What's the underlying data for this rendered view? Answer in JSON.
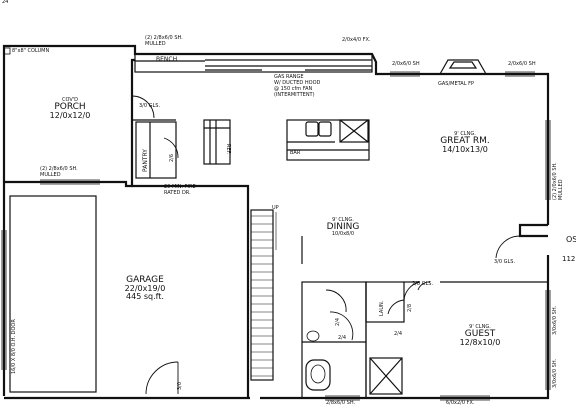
{
  "page_corner": "24",
  "column_note": "8\"x8\" COLUMN",
  "rooms": {
    "porch": {
      "note": "COV'D",
      "name": "PORCH",
      "size": "12/0x12/0"
    },
    "garage": {
      "name": "GARAGE",
      "size": "22/0x19/0",
      "area": "445 sq.ft."
    },
    "great_room": {
      "ceiling": "9' CLNG.",
      "name": "GREAT RM.",
      "size": "14/10x13/0"
    },
    "dining": {
      "ceiling": "9' CLNG.",
      "name": "DINING",
      "size": "10/0x8/0"
    },
    "guest": {
      "ceiling": "9' CLNG.",
      "name": "GUEST",
      "size": "12/8x10/0"
    },
    "pantry": {
      "name": "PANTRY"
    }
  },
  "fixtures": {
    "bench": "BENCH",
    "bar": "BAR",
    "ref": "REF.",
    "gas_range": "GAS RANGE",
    "hood": "W/ DUCTED HOOD",
    "fan": "@ 150 cfm FAN",
    "intermittent": "(INTERMITTENT)",
    "fireplace": "GAS/METAL FP",
    "fire_door_1": "20 MIN. FIRE-",
    "fire_door_2": "RATED DR.",
    "up": "UP",
    "garage_door": "16/0 X 8/0 O.H. DOOR",
    "laundry": "LAUN."
  },
  "windows": {
    "top_kitchen_1": "(2) 2/8x6/0 SH.",
    "top_kitchen_2": "MULLED",
    "top_fx": "2/0x4/0 FX.",
    "fp_left": "2/0x6/0 SH",
    "fp_right": "2/0x6/0 SH",
    "porch_1": "(2) 2/8x6/0 SH.",
    "porch_2": "MULLED",
    "right_great_1": "(2) 2/0x6/0 SH.",
    "right_great_2": "MULLED",
    "bottom_1": "2/8x6/0 SH.",
    "bottom_2": "6/0x2/0 FX.",
    "guest_r1": "3/0x6/0 SH.",
    "guest_r2": "3/0x6/0 SH."
  },
  "doors": {
    "porch": "3/0 GLS.",
    "right": "3/0 GLS.",
    "pantry_2_6": "2/6",
    "bath_2_4a": "2/4",
    "bath_2_4b": "2/4",
    "closet_2_4": "2/4",
    "guest_2_8": "2/8",
    "guest_2_8b": "2/8 GLS.",
    "garage": "3/0"
  },
  "edge_right": "OS",
  "edge_right_num": "112"
}
